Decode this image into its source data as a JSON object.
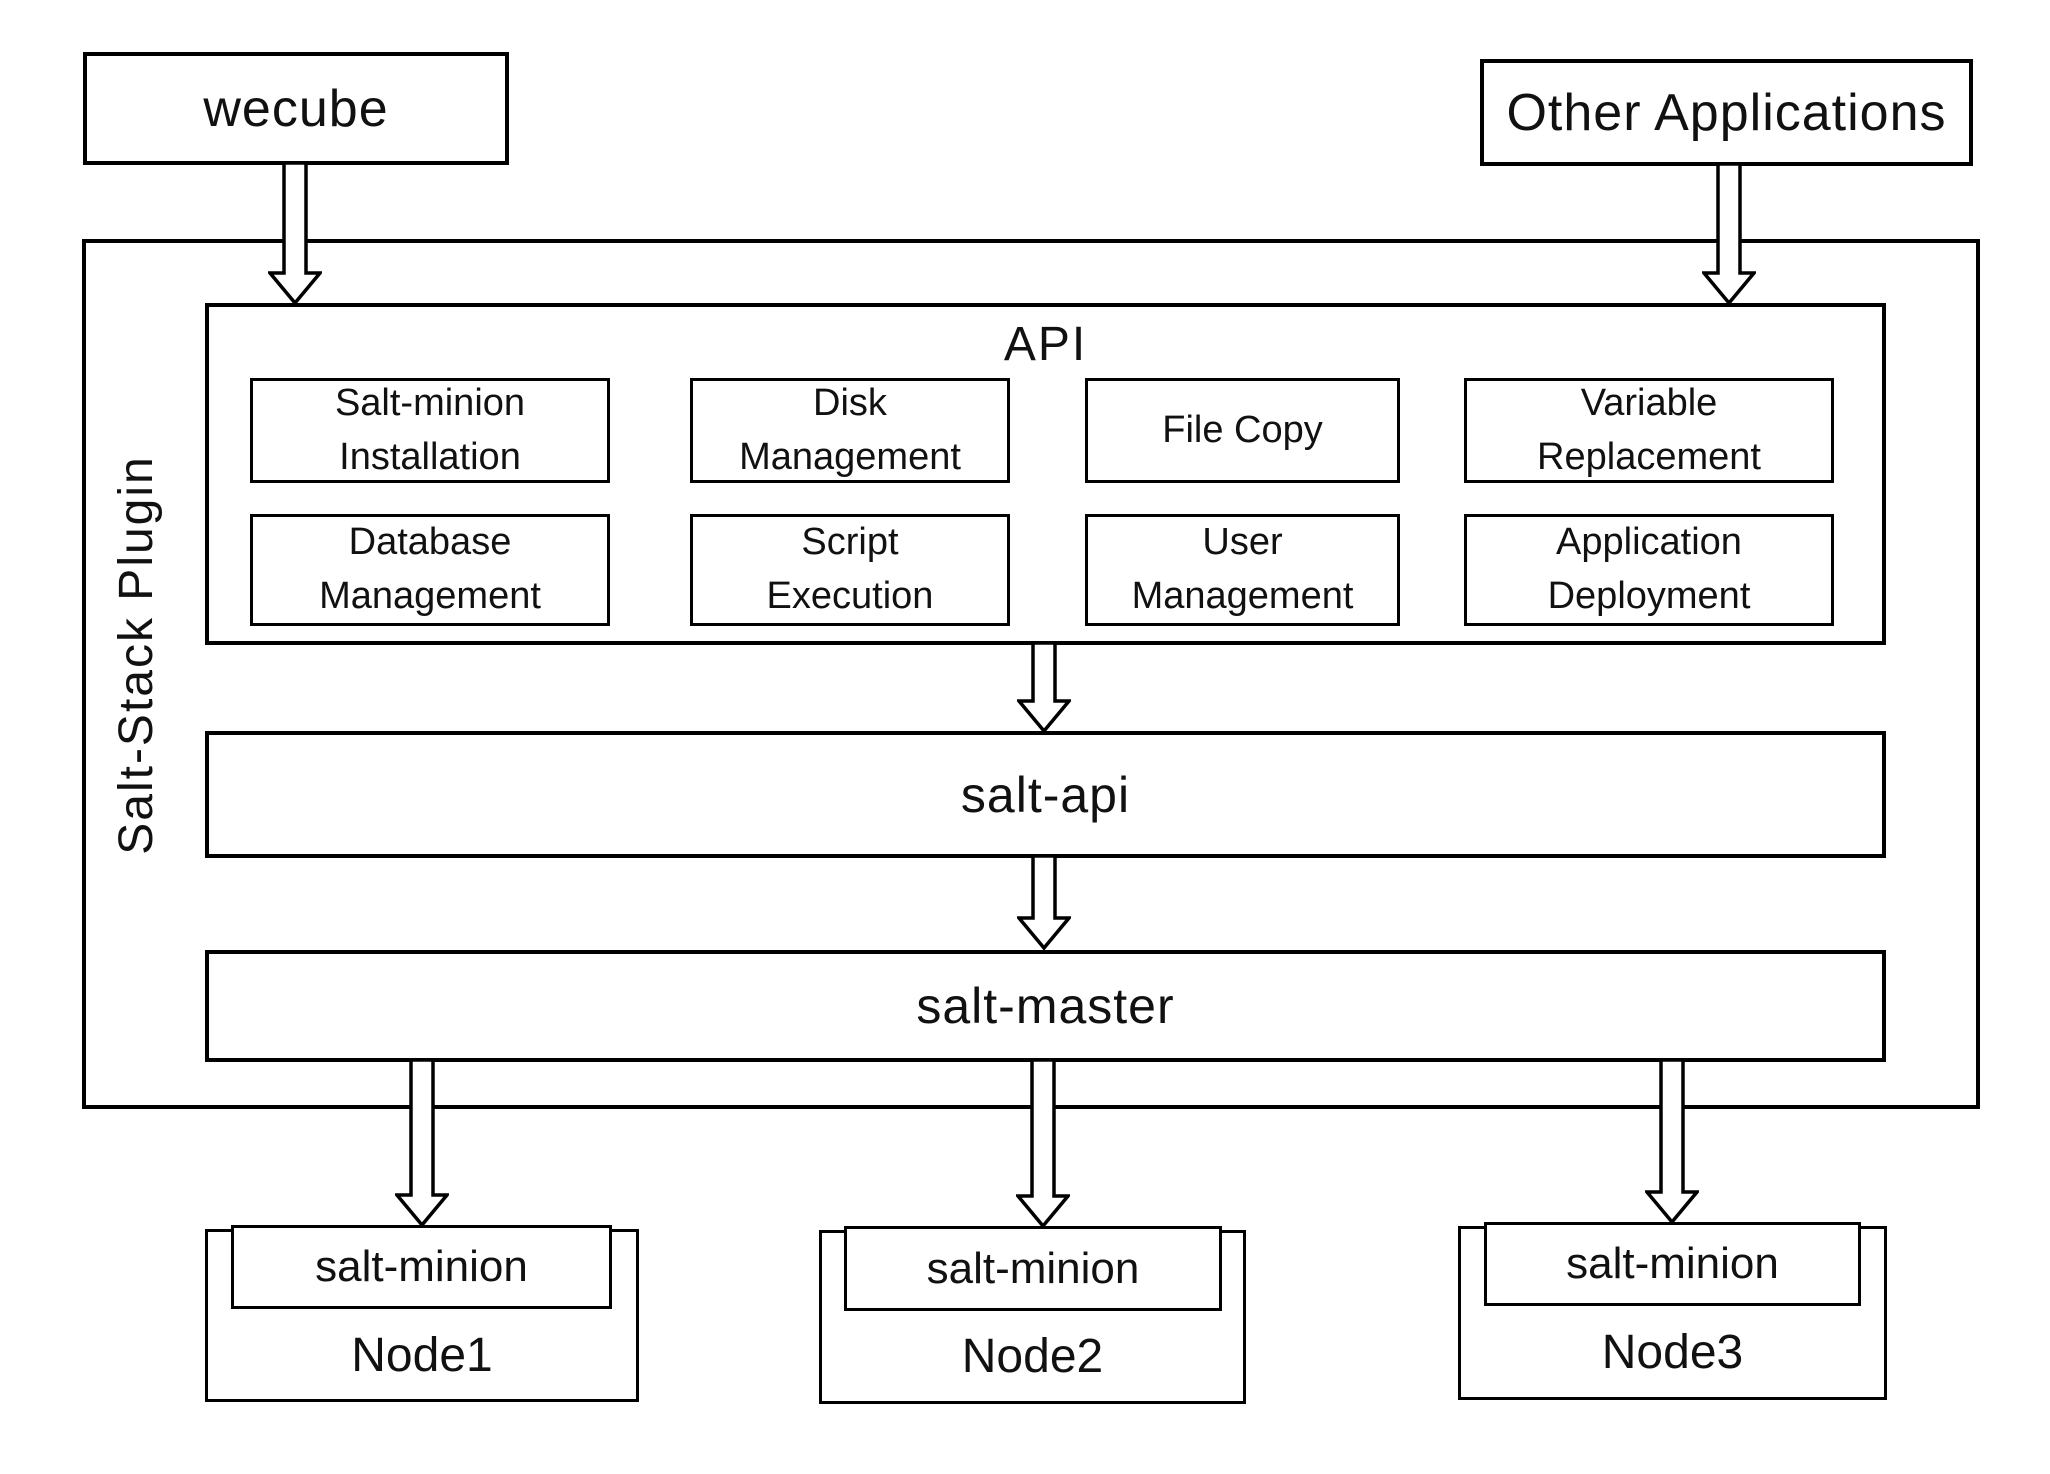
{
  "diagram": {
    "external_systems": [
      {
        "label": "wecube"
      },
      {
        "label": "Other Applications"
      }
    ],
    "plugin_container": {
      "label": "Salt-Stack Plugin"
    },
    "api_section": {
      "title": "API",
      "modules": [
        {
          "label": "Salt-minion\nInstallation"
        },
        {
          "label": "Disk\nManagement"
        },
        {
          "label": "File Copy"
        },
        {
          "label": "Variable\nReplacement"
        },
        {
          "label": "Database\nManagement"
        },
        {
          "label": "Script\nExecution"
        },
        {
          "label": "User\nManagement"
        },
        {
          "label": "Application\nDeployment"
        }
      ]
    },
    "services": [
      {
        "label": "salt-api"
      },
      {
        "label": "salt-master"
      }
    ],
    "nodes": [
      {
        "agent_label": "salt-minion",
        "node_label": "Node1"
      },
      {
        "agent_label": "salt-minion",
        "node_label": "Node2"
      },
      {
        "agent_label": "salt-minion",
        "node_label": "Node3"
      }
    ],
    "colors": {
      "line": "#000000",
      "background": "#ffffff",
      "text": "#111111"
    }
  }
}
